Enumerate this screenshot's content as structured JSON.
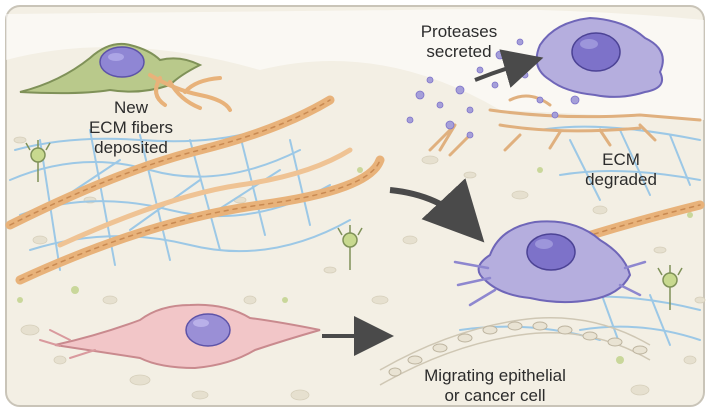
{
  "labels": {
    "new_ecm": [
      "New",
      "ECM fibers",
      "deposited"
    ],
    "proteases": [
      "Proteases",
      "secreted"
    ],
    "ecm_degraded": [
      "ECM",
      "degraded"
    ],
    "migrating": [
      "Migrating epithelial",
      "or cancer cell"
    ]
  },
  "colors": {
    "background": "#f3efe4",
    "border": "#c9c4b8",
    "collagen_fiber": "#e8b27a",
    "ecm_mesh": "#9cc8e6",
    "cell_purple": "#b5aede",
    "nucleus": "#7d72c9",
    "fibroblast_green": "#b9c98b",
    "migrating_cell_pink": "#f2c6c8",
    "protease_dots": "#8e87cf",
    "arrow": "#4a4a4a"
  }
}
